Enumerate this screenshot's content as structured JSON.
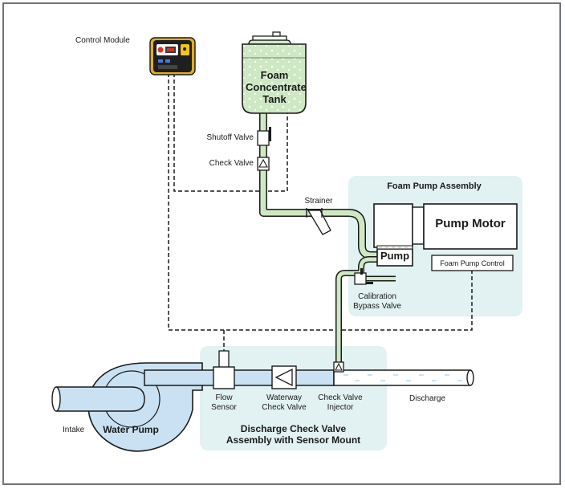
{
  "labels": {
    "control_module": "Control Module",
    "foam_tank_line1": "Foam",
    "foam_tank_line2": "Concentrate",
    "foam_tank_line3": "Tank",
    "shutoff_valve": "Shutoff Valve",
    "check_valve": "Check Valve",
    "strainer": "Strainer",
    "foam_pump_assembly": "Foam Pump Assembly",
    "pump_motor": "Pump Motor",
    "pump": "Pump",
    "foam_pump_control": "Foam Pump Control",
    "calibration_line1": "Calibration",
    "calibration_line2": "Bypass Valve",
    "flow_sensor_line1": "Flow",
    "flow_sensor_line2": "Sensor",
    "waterway_line1": "Waterway",
    "waterway_line2": "Check Valve",
    "injector_line1": "Check Valve",
    "injector_line2": "Injector",
    "discharge": "Discharge",
    "intake": "Intake",
    "water_pump": "Water Pump",
    "assembly_line1": "Discharge Check Valve",
    "assembly_line2": "Assembly with Sensor Mount"
  },
  "colors": {
    "foam_fill": "#cfe8c4",
    "assembly_bg": "#e2f1f1",
    "water_fill": "#c9e1f3",
    "line": "#1a1a1a",
    "frame": "#6f7479",
    "module_red": "#d8322b",
    "module_yellow": "#f0c419"
  }
}
